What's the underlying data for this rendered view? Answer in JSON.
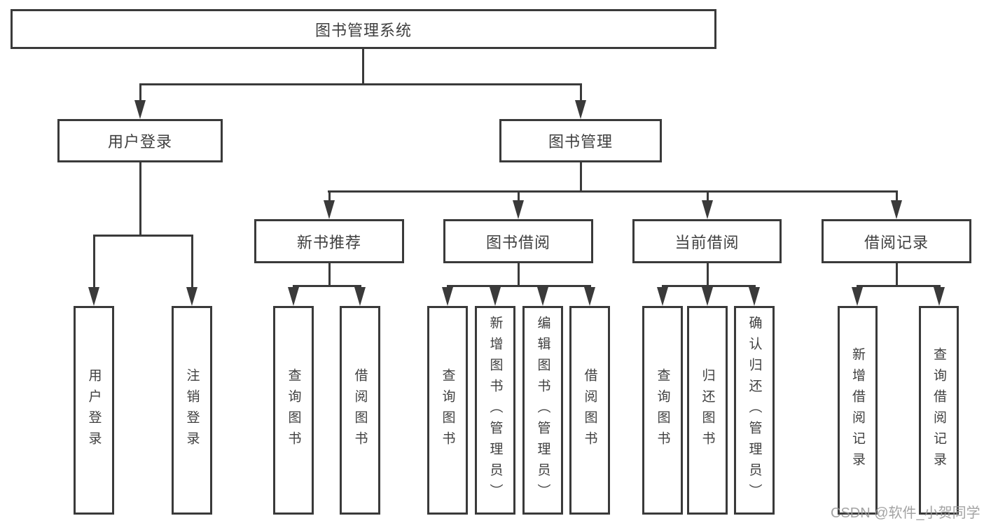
{
  "tree": {
    "label": "图书管理系统",
    "children": [
      {
        "label": "用户登录",
        "children": [
          {
            "label": "用户登录"
          },
          {
            "label": "注销登录"
          }
        ]
      },
      {
        "label": "图书管理",
        "children": [
          {
            "label": "新书推荐",
            "children": [
              {
                "label": "查询图书"
              },
              {
                "label": "借阅图书"
              }
            ]
          },
          {
            "label": "图书借阅",
            "children": [
              {
                "label": "查询图书"
              },
              {
                "label": "新增图书（管理员）"
              },
              {
                "label": "编辑图书（管理员）"
              },
              {
                "label": "借阅图书"
              }
            ]
          },
          {
            "label": "当前借阅",
            "children": [
              {
                "label": "查询图书"
              },
              {
                "label": "归还图书"
              },
              {
                "label": "确认归还（管理员）"
              }
            ]
          },
          {
            "label": "借阅记录",
            "children": [
              {
                "label": "新增借阅记录"
              },
              {
                "label": "查询借阅记录"
              }
            ]
          }
        ]
      }
    ]
  },
  "watermark": {
    "text": "CSDN @软件_小贺同学"
  },
  "colors": {
    "line": "#3a3a3a",
    "text": "#3f3f3f",
    "background": "#ffffff",
    "watermark": "#969696"
  }
}
